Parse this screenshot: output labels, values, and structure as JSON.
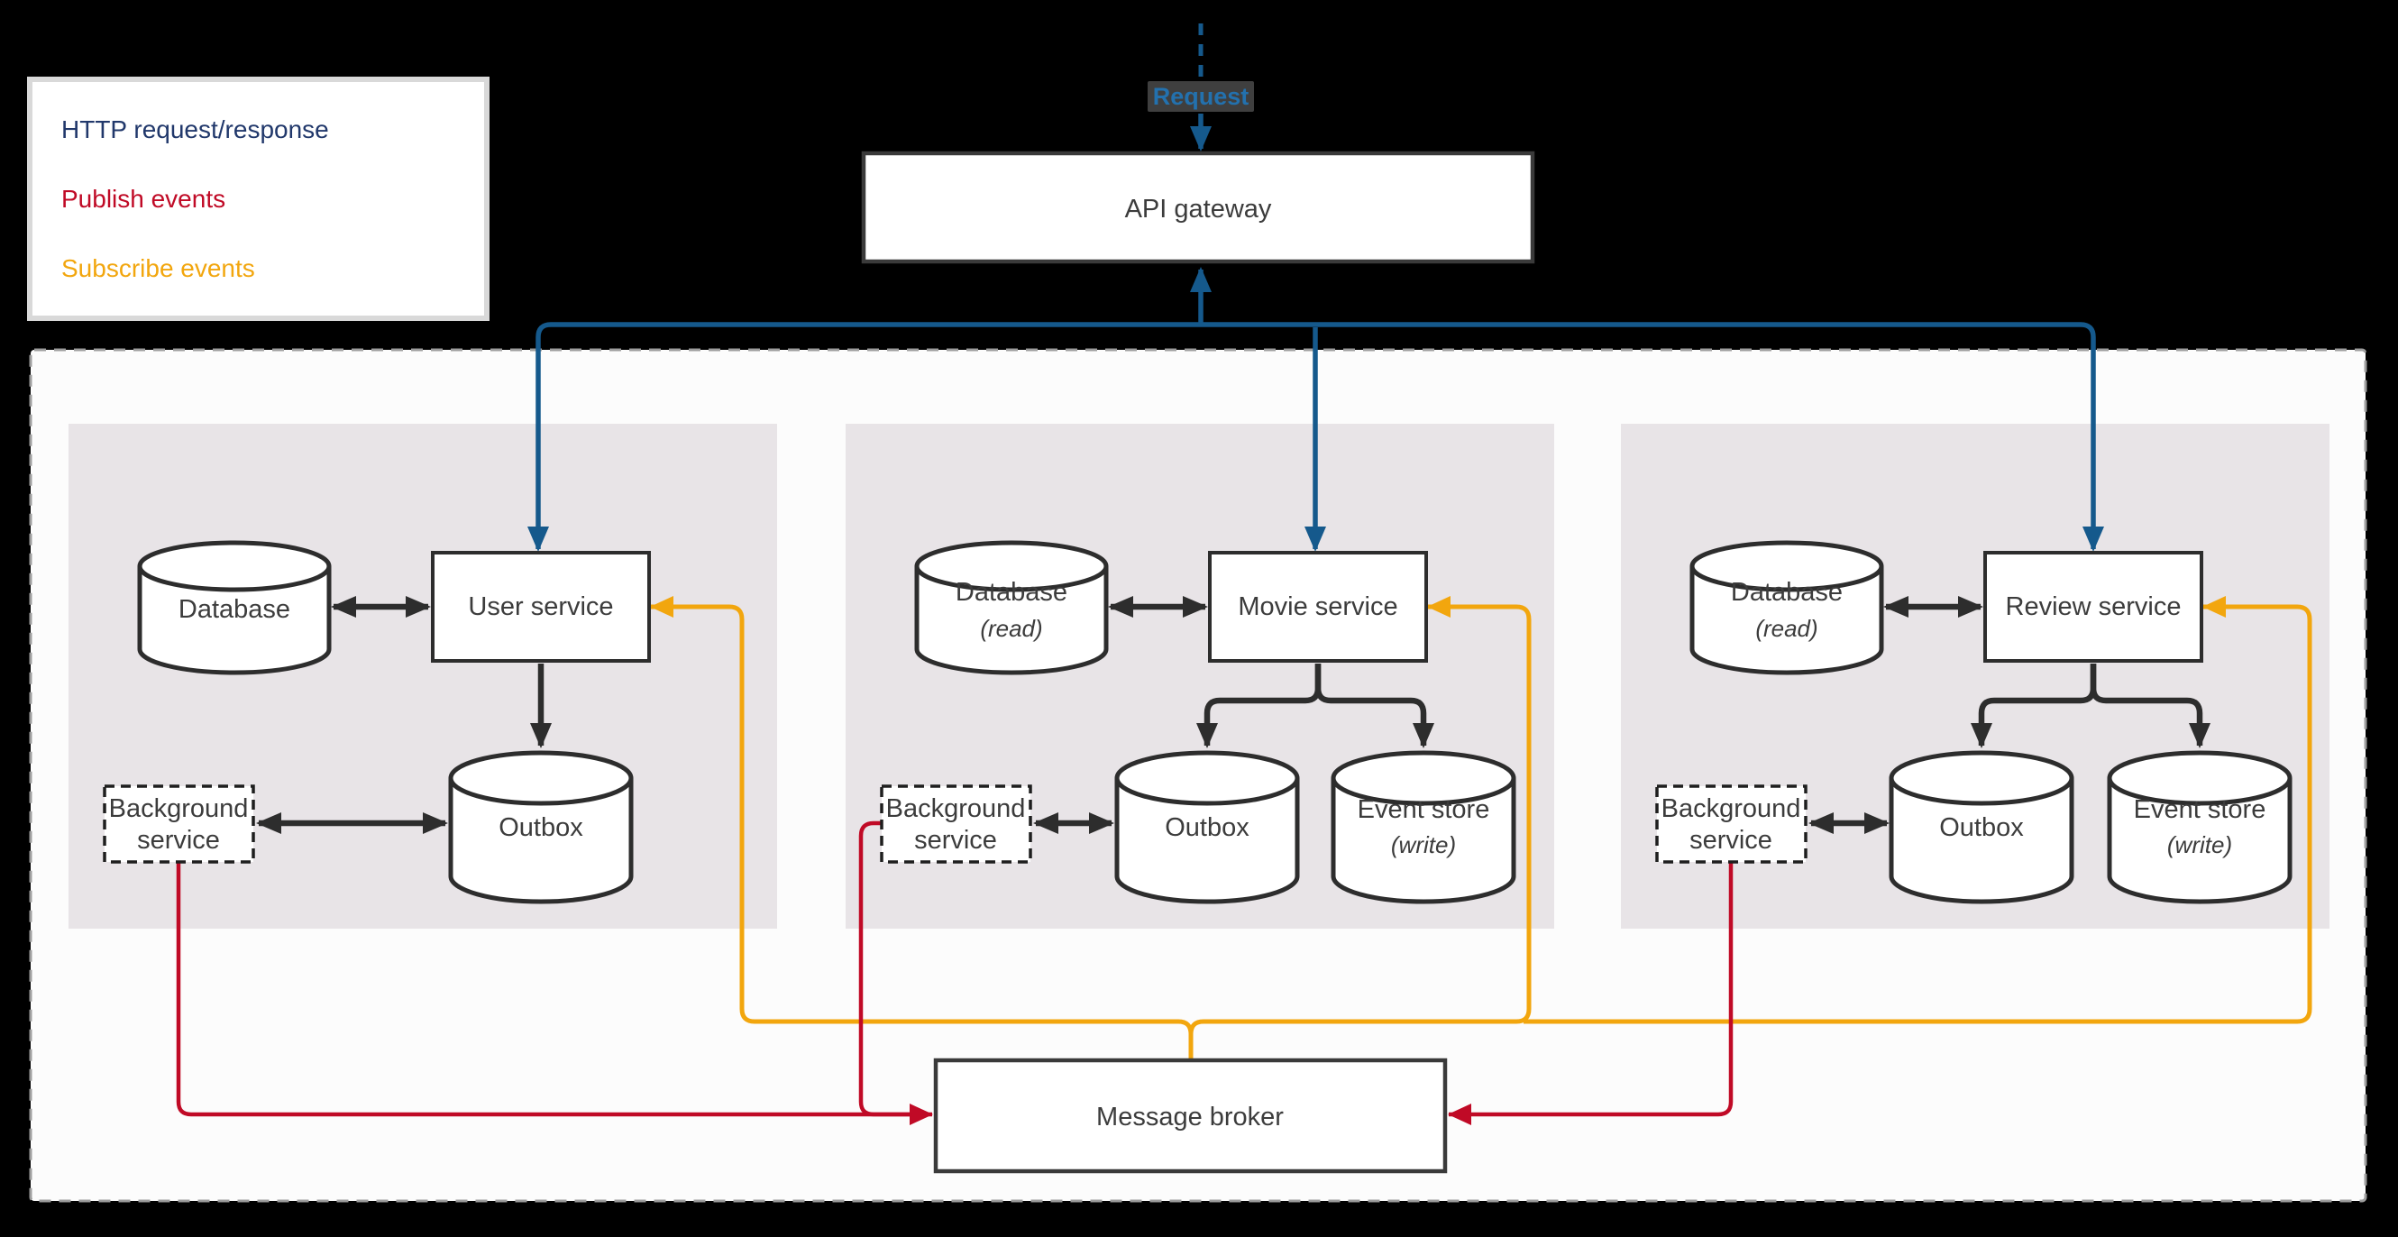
{
  "request_label": "Request",
  "api_gateway": {
    "label": "API gateway"
  },
  "message_broker": {
    "label": "Message broker"
  },
  "legend": {
    "items": [
      {
        "label": "HTTP request/response",
        "color": "#21386B"
      },
      {
        "label": "Publish events",
        "color": "#C00A26"
      },
      {
        "label": "Subscribe events",
        "color": "#F2A60E"
      }
    ]
  },
  "groups": [
    {
      "service": "User service",
      "database": "Database",
      "database_note": "",
      "background_line1": "Background",
      "background_line2": "service",
      "outbox": "Outbox"
    },
    {
      "service": "Movie service",
      "database": "Database",
      "database_note": "(read)",
      "background_line1": "Background",
      "background_line2": "service",
      "outbox": "Outbox",
      "event_store": "Event store",
      "event_store_note": "(write)"
    },
    {
      "service": "Review service",
      "database": "Database",
      "database_note": "(read)",
      "background_line1": "Background",
      "background_line2": "service",
      "outbox": "Outbox",
      "event_store": "Event store",
      "event_store_note": "(write)"
    }
  ],
  "palette": {
    "http_blue": "#15598C",
    "publish_red": "#C00A26",
    "subscribe_orange": "#F2A60E",
    "node_border": "#2D2D2D",
    "group_fill": "#E8E4E7",
    "container_fill": "#FCFCFC",
    "page_background": "#000000"
  },
  "connections": [
    {
      "from": "client",
      "to": "API gateway",
      "type": "http",
      "label": "Request"
    },
    {
      "from": "API gateway",
      "to": "User service",
      "type": "http",
      "bidirectional": true
    },
    {
      "from": "API gateway",
      "to": "Movie service",
      "type": "http",
      "bidirectional": true
    },
    {
      "from": "API gateway",
      "to": "Review service",
      "type": "http",
      "bidirectional": true
    },
    {
      "from": "Database",
      "to": "User service",
      "type": "sync",
      "bidirectional": true
    },
    {
      "from": "Database (read)",
      "to": "Movie service",
      "type": "sync",
      "bidirectional": true
    },
    {
      "from": "Database (read)",
      "to": "Review service",
      "type": "sync",
      "bidirectional": true
    },
    {
      "from": "User service",
      "to": "Outbox",
      "type": "sync"
    },
    {
      "from": "Movie service",
      "to": "Outbox",
      "type": "sync"
    },
    {
      "from": "Movie service",
      "to": "Event store (write)",
      "type": "sync"
    },
    {
      "from": "Review service",
      "to": "Outbox",
      "type": "sync"
    },
    {
      "from": "Review service",
      "to": "Event store (write)",
      "type": "sync"
    },
    {
      "from": "Background service",
      "to": "Outbox",
      "type": "sync",
      "bidirectional": true,
      "group": "all"
    },
    {
      "from": "Background service (User)",
      "to": "Message broker",
      "type": "publish"
    },
    {
      "from": "Background service (Movie)",
      "to": "Message broker",
      "type": "publish"
    },
    {
      "from": "Background service (Review)",
      "to": "Message broker",
      "type": "publish"
    },
    {
      "from": "Message broker",
      "to": "User service",
      "type": "subscribe"
    },
    {
      "from": "Message broker",
      "to": "Movie service",
      "type": "subscribe"
    },
    {
      "from": "Message broker",
      "to": "Review service",
      "type": "subscribe"
    }
  ]
}
